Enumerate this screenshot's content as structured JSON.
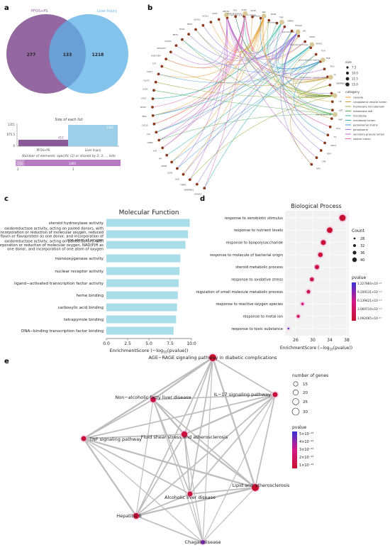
{
  "panel_labels": {
    "a": "a",
    "b": "b",
    "c": "c",
    "d": "d",
    "e": "e"
  },
  "colors": {
    "venn_left": "#8a5a98",
    "venn_right": "#5fb1e6",
    "venn_overlap": "#5b6fb8",
    "bar_hist": "#9ecfe8",
    "mf_bar": "#a9dde8",
    "network_edge": "#b9b9b9",
    "pvalue_high": "#3a33d6",
    "pvalue_low": "#c8102e"
  },
  "chart_data": [
    {
      "id": "a_venn",
      "type": "venn",
      "sets": [
        {
          "name": "PFOS+PS",
          "only": "277"
        },
        {
          "name": "Liver Injury",
          "only": "1218"
        }
      ],
      "intersection": "133"
    },
    {
      "id": "a_sizes",
      "type": "bar",
      "title": "Size of each list",
      "categories": [
        "PFOS+PS",
        "Liver Injury"
      ],
      "values": [
        410,
        1351
      ],
      "value_labels": [
        "410",
        "1351"
      ],
      "yticks": [
        "1351",
        "675.5",
        "0"
      ],
      "ylim": [
        0,
        1351
      ]
    },
    {
      "id": "a_shared",
      "type": "bar",
      "title": "Number of elements: specific (1) or shared by 2, 3, ... lists",
      "orientation": "horizontal-stacked",
      "categories": [
        "2",
        "1"
      ],
      "values": [
        133,
        1495
      ],
      "value_labels": [
        "133",
        "1495"
      ]
    },
    {
      "id": "b_cnet",
      "type": "network",
      "size_legend_title": "size",
      "size_legend": [
        "7.5",
        "10.0",
        "12.5",
        "15.0"
      ],
      "category_legend_title": "category",
      "categories": [
        {
          "name": "caveola",
          "color": "#e8a33d"
        },
        {
          "name": "cytoplasmic vesicle lumen",
          "color": "#c7a23a"
        },
        {
          "name": "membrane microdomain",
          "color": "#8fb03a"
        },
        {
          "name": "membrane raft",
          "color": "#4caf50"
        },
        {
          "name": "microbody",
          "color": "#2fb59a"
        },
        {
          "name": "microbody lumen",
          "color": "#28aeb8"
        },
        {
          "name": "peroxisomal matrix",
          "color": "#3a9ad6"
        },
        {
          "name": "peroxisome",
          "color": "#8e77d9"
        },
        {
          "name": "secretory granule lumen",
          "color": "#c06ad0"
        },
        {
          "name": "vesicle lumen",
          "color": "#e36aa8"
        }
      ],
      "term_labels": [
        "secretory granule lumen",
        "vesicle lumen",
        "caveola",
        "microbody",
        "peroxisome",
        "microbody lumen",
        "peroxisomal matrix",
        "cytoplasmic vesicle lumen",
        "membrane microdomain",
        "membrane raft"
      ],
      "gene_labels": [
        "HMOX1",
        "SERPINE1",
        "TIMP1",
        "ALB",
        "LCN2",
        "APOB",
        "HP",
        "ACE",
        "ORM1",
        "IL6",
        "CXCL8",
        "ENG",
        "NOS3",
        "CAV1",
        "LDLR",
        "FLOT1",
        "SOD1",
        "CAT",
        "HSD17B4",
        "EHHADH",
        "ACOX1",
        "PEX5",
        "HAO1",
        "PECR",
        "ACAA1",
        "ACSL1",
        "SCP2",
        "ABCD1",
        "FAS",
        "TLR4",
        "CD36",
        "SRC",
        "EGFR",
        "TNF",
        "MMP9",
        "PTGS2",
        "LPL",
        "APOE",
        "APOA1",
        "FGA",
        "FGB",
        "FGG",
        "TF",
        "SERPINA1",
        "C3",
        "CP",
        "AGT",
        "VWF",
        "PLG",
        "F2",
        "KNG1",
        "A2M",
        "CFB",
        "HPX"
      ]
    },
    {
      "id": "c_mf",
      "type": "bar",
      "orientation": "horizontal",
      "title": "Molecular Function",
      "xlabel": "EnrichmentScore (−log10(pvalue))",
      "xlabel_parts": [
        "EnrichmentScore (−log",
        "10",
        "(pvalue))"
      ],
      "xticks": [
        "0.0",
        "2.5",
        "5.0",
        "7.5",
        "10.0"
      ],
      "xlim": [
        0,
        10
      ],
      "categories": [
        "steroid hydroxylase activity",
        "oxidoreductase activity, acting on paired donors, with incorporation or reduction of molecular oxygen, reduced flavin or flavoprotein as one donor, and incorporation of one atom of oxygen",
        "oxidoreductase activity, acting on paired donors, with incorporation or reduction of molecular oxygen, NAD(P)H as one donor, and incorporation of one atom of oxygen",
        "monooxygenase activity",
        "nuclear receptor activity",
        "ligand−activated transcription factor activity",
        "heme binding",
        "carboxylic acid binding",
        "tetrapyrrole binding",
        "DNA−binding transcription factor binding"
      ],
      "category_lines": [
        [
          "steroid hydroxylase activity"
        ],
        [
          "oxidoreductase activity, acting on paired donors, with",
          "incorporation or reduction of molecular oxygen, reduced",
          "flavin or flavoprotein as one donor, and incorporation of",
          "one atom of oxygen"
        ],
        [
          "oxidoreductase activity, acting on paired donors, with",
          "incorporation or reduction of molecular oxygen, NAD(P)H as",
          "one donor, and incorporation of one atom of oxygen"
        ],
        [
          "monooxygenase activity"
        ],
        [
          "nuclear receptor activity"
        ],
        [
          "ligand−activated transcription factor activity"
        ],
        [
          "heme binding"
        ],
        [
          "carboxylic acid binding"
        ],
        [
          "tetrapyrrole binding"
        ],
        [
          "DNA−binding transcription factor binding"
        ]
      ],
      "values": [
        9.8,
        9.6,
        9.3,
        8.7,
        8.6,
        8.5,
        8.4,
        8.3,
        8.2,
        7.9
      ]
    },
    {
      "id": "d_bp",
      "type": "scatter",
      "title": "Biological Process",
      "xlabel": "EnrichmentScore (−log10(pvalue))",
      "xlabel_parts": [
        "EnrichmentScore (−log",
        "10",
        "(pvalue))"
      ],
      "xticks": [
        "26",
        "30",
        "34",
        "38"
      ],
      "xlim": [
        23.5,
        38.5
      ],
      "categories": [
        "response to xenobiotic stimulus",
        "response to nutrient levels",
        "response to lipopolysaccharide",
        "response to molecule of bacterial origin",
        "steroid metabolic process",
        "response to oxidative stress",
        "regulation of small molecule metabolic process",
        "response to reactive oxygen species",
        "response to metal ion",
        "response to toxic substance"
      ],
      "x": [
        37.0,
        34.0,
        32.5,
        31.8,
        31.0,
        29.8,
        29.0,
        27.6,
        26.6,
        24.3
      ],
      "count": [
        40,
        38,
        36,
        35,
        34,
        33,
        32,
        29,
        30,
        26
      ],
      "pvalue_level": [
        0.02,
        0.03,
        0.05,
        0.06,
        0.08,
        0.12,
        0.18,
        0.45,
        0.25,
        0.96
      ],
      "count_legend_title": "Count",
      "count_legend": [
        "28",
        "32",
        "36",
        "40"
      ],
      "pvalue_legend_title": "pvalue",
      "pvalue_legend": [
        "1.227884×10⁻²⁵",
        "9.209131×10⁻¹⁶",
        "6.139421×10⁻¹⁶",
        "3.069710×10⁻¹⁶",
        "1.092065×10⁻¹⁷"
      ]
    },
    {
      "id": "e_network",
      "type": "network",
      "nodes": [
        {
          "label": "AGE−RAGE signaling pathway in diabetic complications",
          "genes": 30,
          "p": 0.0
        },
        {
          "label": "Non−alcoholic fatty liver disease",
          "genes": 24,
          "p": 0.1
        },
        {
          "label": "IL−17 signaling pathway",
          "genes": 22,
          "p": 0.08
        },
        {
          "label": "TNF signaling pathway",
          "genes": 22,
          "p": 0.05
        },
        {
          "label": "Fluid shear stress and atherosclerosis",
          "genes": 26,
          "p": 0.1
        },
        {
          "label": "Lipid and atherosclerosis",
          "genes": 30,
          "p": 0.0
        },
        {
          "label": "Alcoholic liver disease",
          "genes": 22,
          "p": 0.08
        },
        {
          "label": "Hepatitis B",
          "genes": 25,
          "p": 0.05
        },
        {
          "label": "Chagas disease",
          "genes": 19,
          "p": 0.8
        }
      ],
      "edges": [
        [
          0,
          1
        ],
        [
          0,
          2
        ],
        [
          0,
          3
        ],
        [
          0,
          4
        ],
        [
          0,
          5
        ],
        [
          0,
          6
        ],
        [
          0,
          7
        ],
        [
          0,
          8
        ],
        [
          1,
          2
        ],
        [
          1,
          3
        ],
        [
          1,
          4
        ],
        [
          1,
          5
        ],
        [
          1,
          6
        ],
        [
          1,
          7
        ],
        [
          1,
          8
        ],
        [
          2,
          3
        ],
        [
          2,
          4
        ],
        [
          2,
          5
        ],
        [
          2,
          6
        ],
        [
          2,
          7
        ],
        [
          2,
          8
        ],
        [
          3,
          4
        ],
        [
          3,
          5
        ],
        [
          3,
          6
        ],
        [
          3,
          7
        ],
        [
          3,
          8
        ],
        [
          4,
          5
        ],
        [
          4,
          6
        ],
        [
          4,
          7
        ],
        [
          4,
          8
        ],
        [
          5,
          6
        ],
        [
          5,
          7
        ],
        [
          5,
          8
        ],
        [
          6,
          7
        ],
        [
          6,
          8
        ],
        [
          7,
          8
        ]
      ],
      "edge_widths": [
        3,
        2,
        3,
        2,
        3,
        2,
        2,
        1,
        2,
        2,
        3,
        2,
        2,
        1,
        1,
        2,
        3,
        2,
        2,
        2,
        1,
        2,
        3,
        2,
        3,
        1,
        3,
        2,
        2,
        1,
        2,
        3,
        1,
        2,
        1,
        2
      ],
      "size_legend_title": "number of genes",
      "size_legend": [
        "15",
        "20",
        "25",
        "30"
      ],
      "pvalue_legend_title": "pvalue",
      "pvalue_legend": [
        "5×10⁻¹²",
        "4×10⁻¹²",
        "3×10⁻¹²",
        "2×10⁻¹²",
        "1×10⁻¹²"
      ]
    }
  ]
}
